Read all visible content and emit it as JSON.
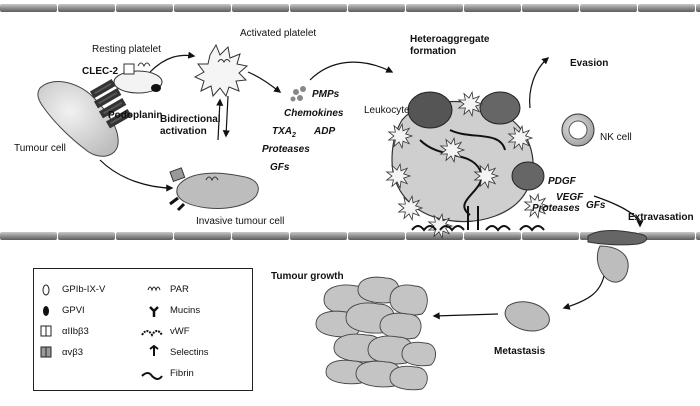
{
  "labels": {
    "resting_platelet": "Resting platelet",
    "clec2": "CLEC-2",
    "podoplanin": "Podoplanin",
    "tumour_cell": "Tumour cell",
    "activated_platelet": "Activated platelet",
    "bidirectional_activation": "Bidirectional activation",
    "invasive_tumour_cell": "Invasive tumour cell",
    "pmps": "PMPs",
    "chemokines": "Chemokines",
    "txa2": "TXA",
    "txa2_sub": "2",
    "adp": "ADP",
    "proteases": "Proteases",
    "gfs": "GFs",
    "heteroaggregate_formation": "Heteroaggregate formation",
    "leukocyte": "Leukocyte",
    "evasion": "Evasion",
    "nk_cell": "NK cell",
    "pdgf": "PDGF",
    "vegf": "VEGF",
    "gfs2": "GFs",
    "proteases2": "Proteases",
    "extravasation": "Extravasation",
    "tumour_growth": "Tumour growth",
    "metastasis": "Metastasis"
  },
  "legend": {
    "col1": [
      "GPIb-IX-V",
      "GPVI",
      "αIIbβ3",
      "αvβ3"
    ],
    "col2": [
      "PAR",
      "Mucins",
      "vWF",
      "Selectins",
      "Fibrin"
    ]
  }
}
